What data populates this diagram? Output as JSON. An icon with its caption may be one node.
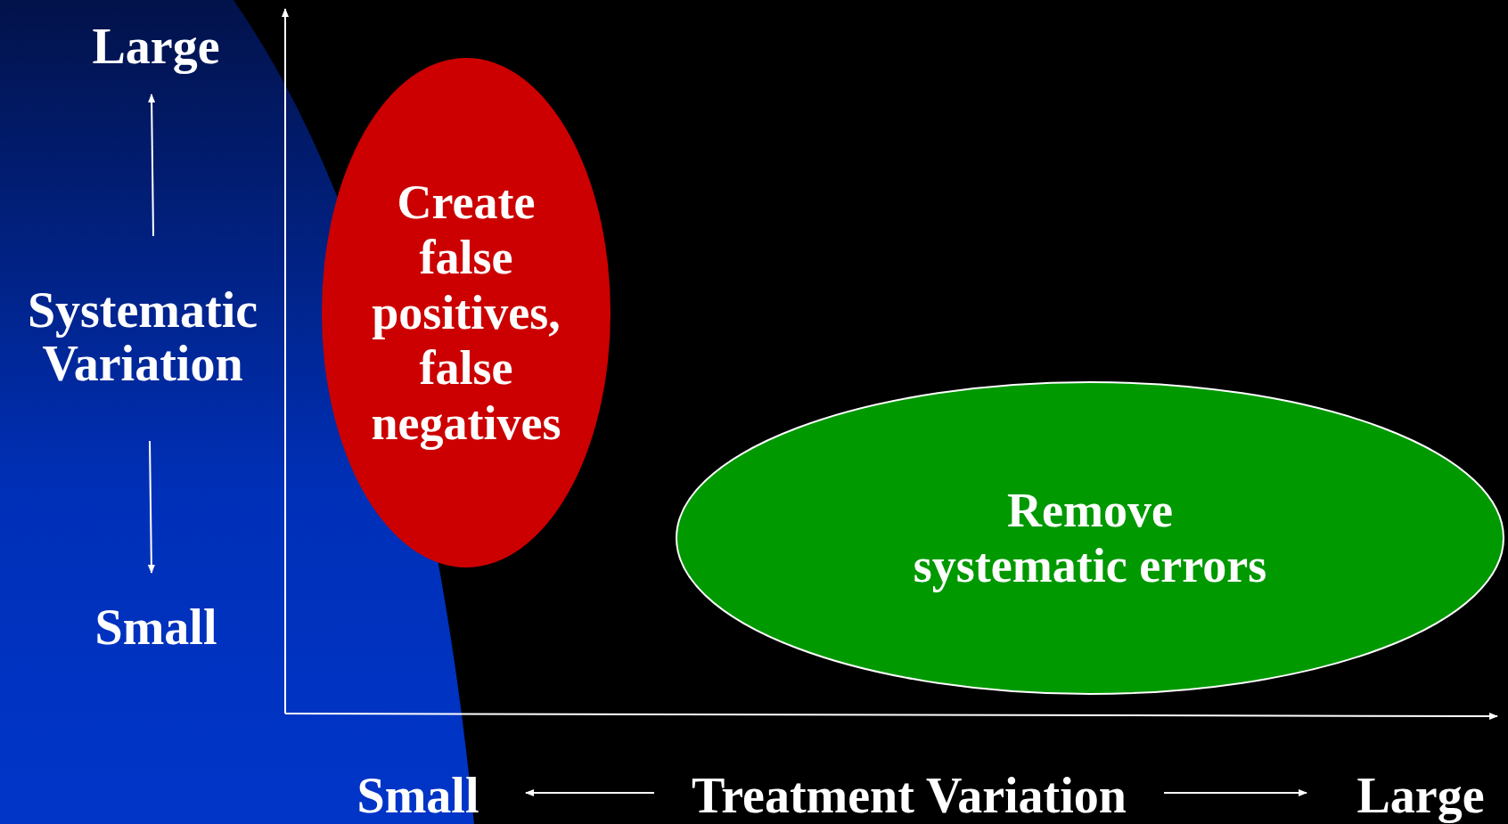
{
  "diagram": {
    "nodes": [
      {
        "text": [
          "Create false positives, false negatives"
        ]
      },
      {
        "text": [
          "Remove systematic errors"
        ]
      }
    ],
    "edges": [],
    "labels": [
      "Large",
      "Systematic Variation",
      "Small",
      "Small",
      "Treatment Variation",
      "Large"
    ]
  }
}
